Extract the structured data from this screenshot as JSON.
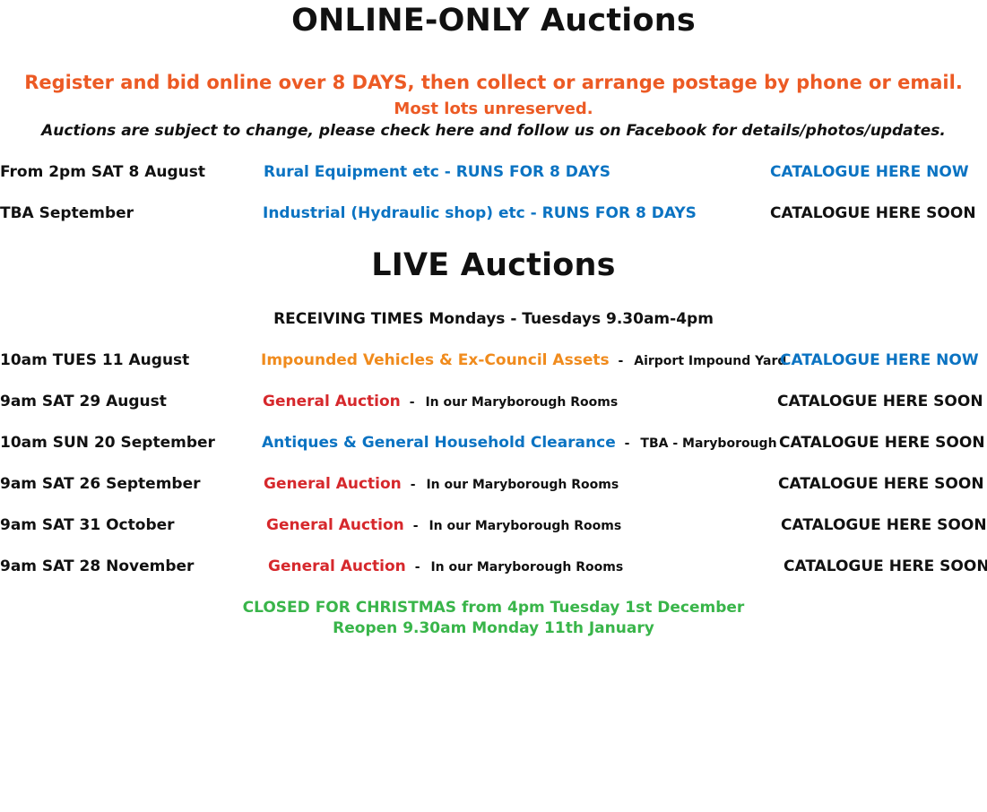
{
  "online": {
    "title": "ONLINE-ONLY Auctions",
    "register_line": "Register and bid online over 8 DAYS, then collect or arrange postage by phone or email.",
    "unreserved_line": "Most lots unreserved.",
    "notice_line": "Auctions are subject to change, please check here and follow us on Facebook for details/photos/updates.",
    "rows": [
      {
        "date": "From 2pm SAT 8 August",
        "name": "Rural Equipment etc - RUNS FOR 8 DAYS",
        "catalogue": "CATALOGUE HERE NOW"
      },
      {
        "date": "TBA September",
        "name": "Industrial (Hydraulic shop) etc - RUNS FOR 8 DAYS",
        "catalogue": "CATALOGUE HERE SOON"
      }
    ]
  },
  "live": {
    "title": "LIVE Auctions",
    "receiving_times": "RECEIVING TIMES Mondays - Tuesdays 9.30am-4pm",
    "separator": "-",
    "rows": [
      {
        "date": "10am TUES 11 August",
        "name": "Impounded Vehicles & Ex-Council Assets",
        "location": "Airport Impound Yard",
        "catalogue": "CATALOGUE HERE NOW"
      },
      {
        "date": "9am SAT 29 August",
        "name": "General Auction",
        "location": "In our Maryborough Rooms",
        "catalogue": "CATALOGUE HERE SOON"
      },
      {
        "date": "10am SUN 20 September",
        "name": "Antiques & General Household Clearance",
        "location": "TBA - Maryborough",
        "catalogue": "CATALOGUE HERE SOON"
      },
      {
        "date": "9am SAT 26 September",
        "name": "General Auction",
        "location": "In our Maryborough Rooms",
        "catalogue": "CATALOGUE HERE SOON"
      },
      {
        "date": "9am SAT 31 October",
        "name": "General Auction",
        "location": "In our Maryborough Rooms",
        "catalogue": "CATALOGUE HERE SOON"
      },
      {
        "date": "9am SAT 28 November",
        "name": "General Auction",
        "location": "In our Maryborough Rooms",
        "catalogue": "CATALOGUE HERE SOON"
      }
    ]
  },
  "christmas": {
    "closed_line": "CLOSED FOR CHRISTMAS from 4pm Tuesday 1st December",
    "reopen_line": "Reopen 9.30am Monday 11th January"
  },
  "colors": {
    "orange_red": "#ec5a24",
    "blue": "#0b73c2",
    "orange": "#f08b1d",
    "red": "#d6282c",
    "green": "#39b54a",
    "text": "#111111"
  }
}
